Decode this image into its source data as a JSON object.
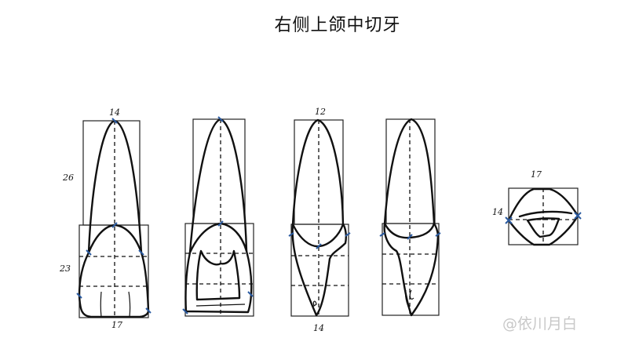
{
  "title": "右侧上颌中切牙",
  "watermark": "@依川月白",
  "labels": {
    "labial_root_width": "14",
    "root_length": "26",
    "crown_length": "23",
    "labial_crown_width": "17",
    "proximal_root_width": "12",
    "proximal_crown_width": "14",
    "incisal_width": "17",
    "incisal_depth": "14"
  },
  "colors": {
    "ink": "#111111",
    "marker": "#2a5aa0"
  }
}
